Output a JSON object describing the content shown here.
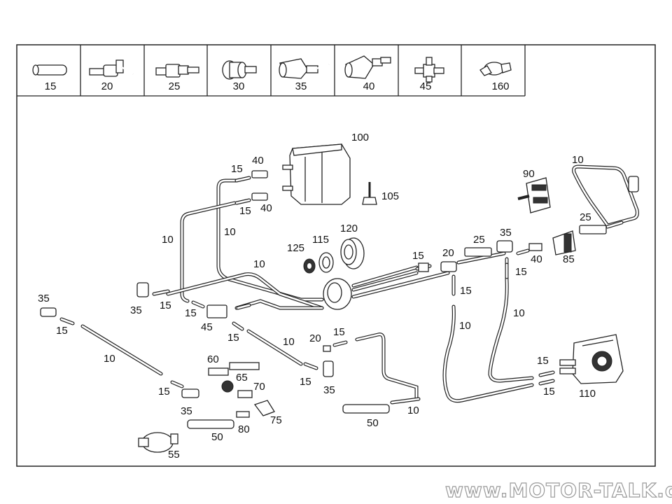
{
  "legend": {
    "cells": [
      {
        "label": "15",
        "icon": "hose-piece-icon"
      },
      {
        "label": "20",
        "icon": "elbow-connector-icon"
      },
      {
        "label": "25",
        "icon": "straight-connector-icon"
      },
      {
        "label": "30",
        "icon": "check-valve-icon"
      },
      {
        "label": "35",
        "icon": "angled-valve-icon"
      },
      {
        "label": "40",
        "icon": "nozzle-connector-icon"
      },
      {
        "label": "45",
        "icon": "cross-connector-icon"
      },
      {
        "label": "160",
        "icon": "hose-clamp-icon"
      }
    ]
  },
  "callouts": {
    "c100": "100",
    "c105": "105",
    "c40a": "40",
    "c15a": "15",
    "c15b": "15",
    "c40b": "40",
    "c10a": "10",
    "c10b": "10",
    "c10c": "10",
    "c125": "125",
    "c115": "115",
    "c120": "120",
    "c90": "90",
    "c10d": "10",
    "c25a": "25",
    "c25b": "25",
    "c35a": "35",
    "c85": "85",
    "c40c": "40",
    "c20a": "20",
    "c15c": "15",
    "c15d": "15",
    "c15e": "15",
    "c35b": "35",
    "c15f": "15",
    "c35c": "35",
    "c15g": "15",
    "c15h": "15",
    "c45": "45",
    "c15i": "15",
    "c10e": "10",
    "c10f": "10",
    "c20b": "20",
    "c15j": "15",
    "c10g": "10",
    "c10h": "10",
    "c15k": "15",
    "c35d": "35",
    "c60": "60",
    "c65": "65",
    "c70": "70",
    "c75": "75",
    "c80": "80",
    "c50a": "50",
    "c50b": "50",
    "c55": "55",
    "c15l": "15",
    "c35e": "35",
    "c10i": "10",
    "c15m": "15",
    "c15n": "15",
    "c110": "110"
  },
  "watermark": "www.MOTOR-TALK.de"
}
